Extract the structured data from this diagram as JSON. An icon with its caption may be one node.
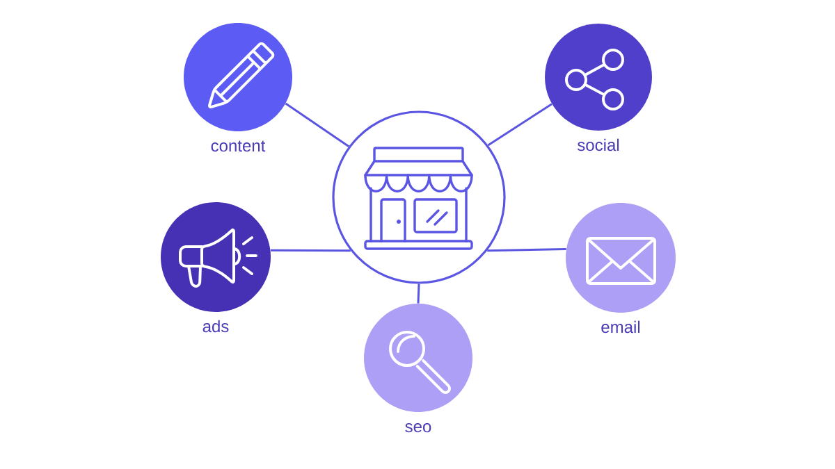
{
  "diagram": {
    "nodes": [
      {
        "text": [
          "content"
        ]
      },
      {
        "text": [
          "social"
        ]
      },
      {
        "text": [],
        "shape": "circle"
      },
      {
        "text": [
          "ads"
        ]
      },
      {
        "text": [
          "email"
        ]
      },
      {
        "text": [
          "seo"
        ]
      }
    ],
    "edges": [
      {
        "from": 2,
        "to": 0,
        "arrow": "none"
      },
      {
        "from": 2,
        "to": 1,
        "arrow": "none"
      },
      {
        "from": 2,
        "to": 3,
        "arrow": "none"
      },
      {
        "from": 2,
        "to": 4,
        "arrow": "none"
      },
      {
        "from": 2,
        "to": 5,
        "arrow": "none"
      }
    ]
  }
}
